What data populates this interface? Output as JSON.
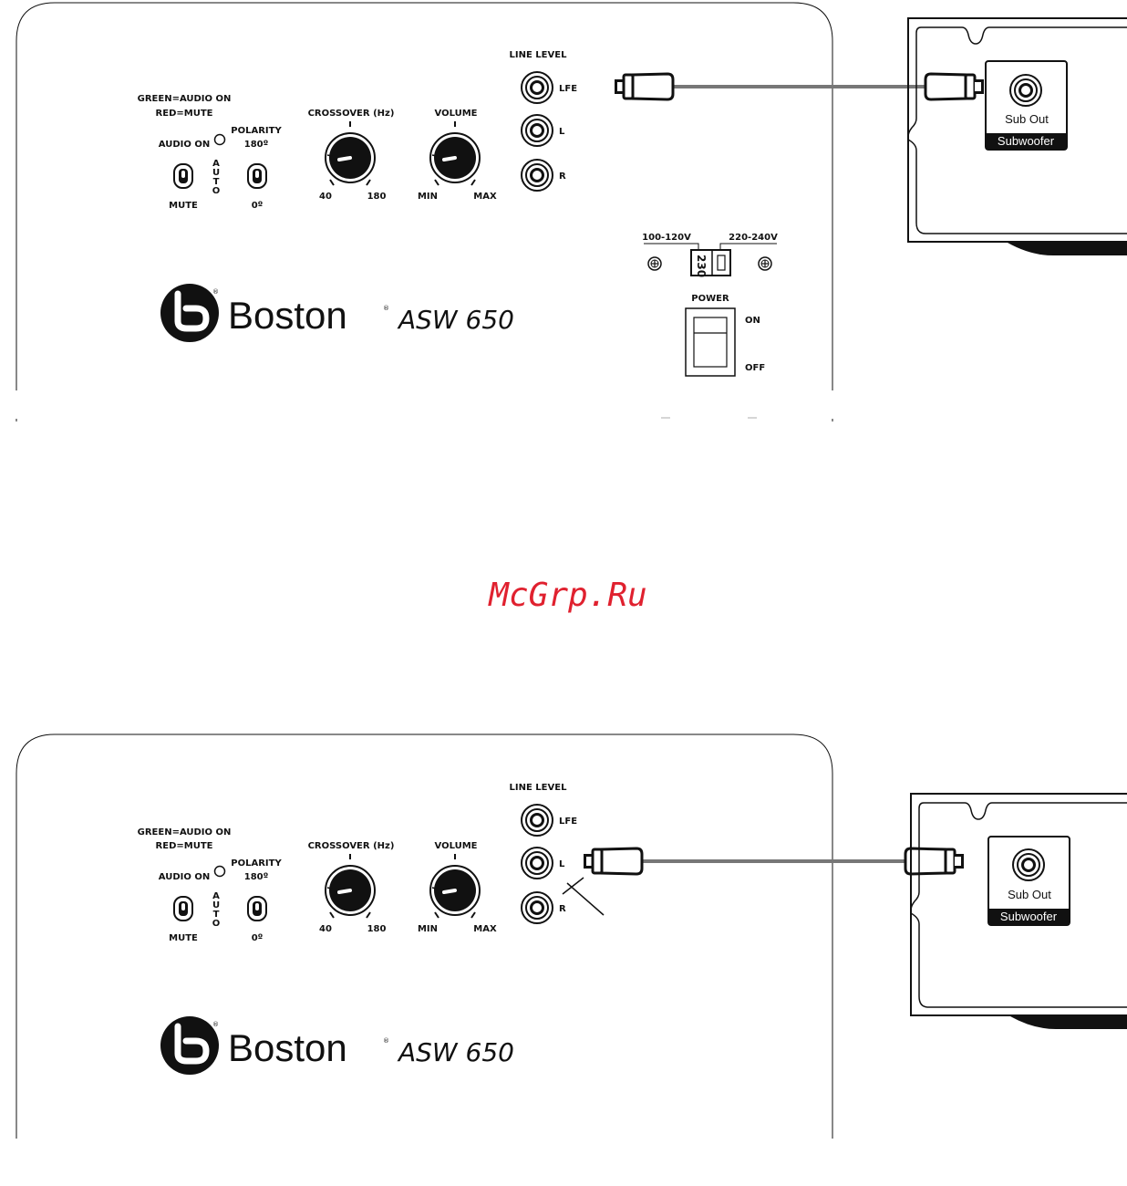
{
  "watermark": "McGrp.Ru",
  "panels": [
    {
      "status_led_note_1": "GREEN=AUDIO ON",
      "status_led_note_2": "RED=MUTE",
      "audio_on_label": "AUDIO ON",
      "mute_label": "MUTE",
      "auto_label": [
        "A",
        "U",
        "T",
        "O"
      ],
      "polarity_label": "POLARITY",
      "polarity_180_label": "180º",
      "polarity_0_label": "0º",
      "crossover_label": "CROSSOVER (Hz)",
      "crossover_min": "40",
      "crossover_max": "180",
      "volume_label": "VOLUME",
      "volume_min": "MIN",
      "volume_max": "MAX",
      "line_level_label": "LINE LEVEL",
      "input_lfe": "LFE",
      "input_l": "L",
      "input_r": "R",
      "voltage_low": "100-120V",
      "voltage_high": "220-240V",
      "voltage_selector_value": "230",
      "power_label": "POWER",
      "power_on": "ON",
      "power_off": "OFF",
      "brand": "Boston",
      "model": "ASW 650",
      "receiver_sub_out": "Sub Out",
      "receiver_subwoofer": "Subwoofer"
    },
    {
      "status_led_note_1": "GREEN=AUDIO ON",
      "status_led_note_2": "RED=MUTE",
      "audio_on_label": "AUDIO ON",
      "mute_label": "MUTE",
      "auto_label": [
        "A",
        "U",
        "T",
        "O"
      ],
      "polarity_label": "POLARITY",
      "polarity_180_label": "180º",
      "polarity_0_label": "0º",
      "crossover_label": "CROSSOVER (Hz)",
      "crossover_min": "40",
      "crossover_max": "180",
      "volume_label": "VOLUME",
      "volume_min": "MIN",
      "volume_max": "MAX",
      "line_level_label": "LINE LEVEL",
      "input_lfe": "LFE",
      "input_l": "L",
      "input_r": "R",
      "brand": "Boston",
      "model": "ASW 650",
      "receiver_sub_out": "Sub Out",
      "receiver_subwoofer": "Subwoofer"
    }
  ]
}
